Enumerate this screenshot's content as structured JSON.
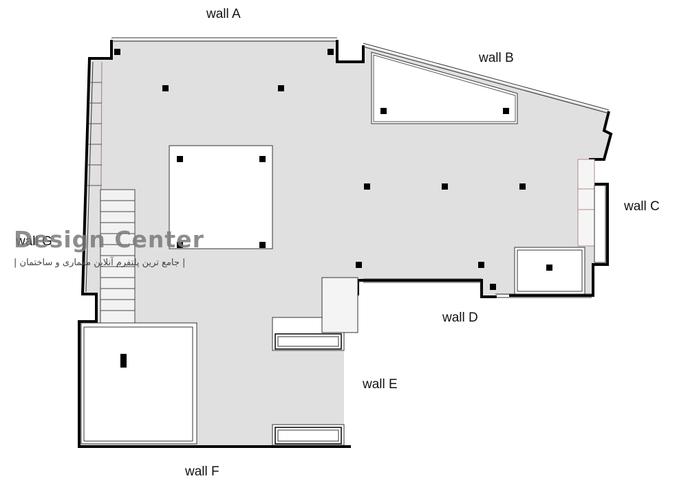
{
  "wall_labels": {
    "a": "wall A",
    "b": "wall B",
    "c": "wall C",
    "d": "wall D",
    "e": "wall E",
    "f": "wall F",
    "g": "wall G"
  },
  "watermark": {
    "title": "Design Center",
    "subtitle": "| جامع ترین پلتفرم آنلاین معماری و ساختمان |"
  },
  "colors": {
    "floor": "#e0e0e0",
    "wall": "#000000",
    "background": "#ffffff"
  }
}
